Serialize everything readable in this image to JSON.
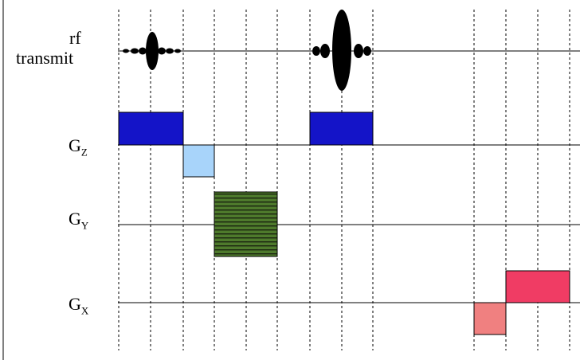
{
  "labels": {
    "rf_line1": "rf",
    "rf_line2": "transmit",
    "gz_main": "G",
    "gz_sub": "Z",
    "gy_main": "G",
    "gy_sub": "Y",
    "gx_main": "G",
    "gx_sub": "X"
  },
  "colors": {
    "slice_select": "#1414c8",
    "slice_refocus": "#a8d4fa",
    "phase_encode": "#4e7a2c",
    "phase_encode_stripes": "#1a2410",
    "readout_prephase": "#f08080",
    "readout": "#f03c64",
    "rf_pulse": "#000000",
    "axis_line": "#000000",
    "guide_line": "#000000"
  },
  "channels": [
    "rf-transmit",
    "gz",
    "gy",
    "gx"
  ]
}
